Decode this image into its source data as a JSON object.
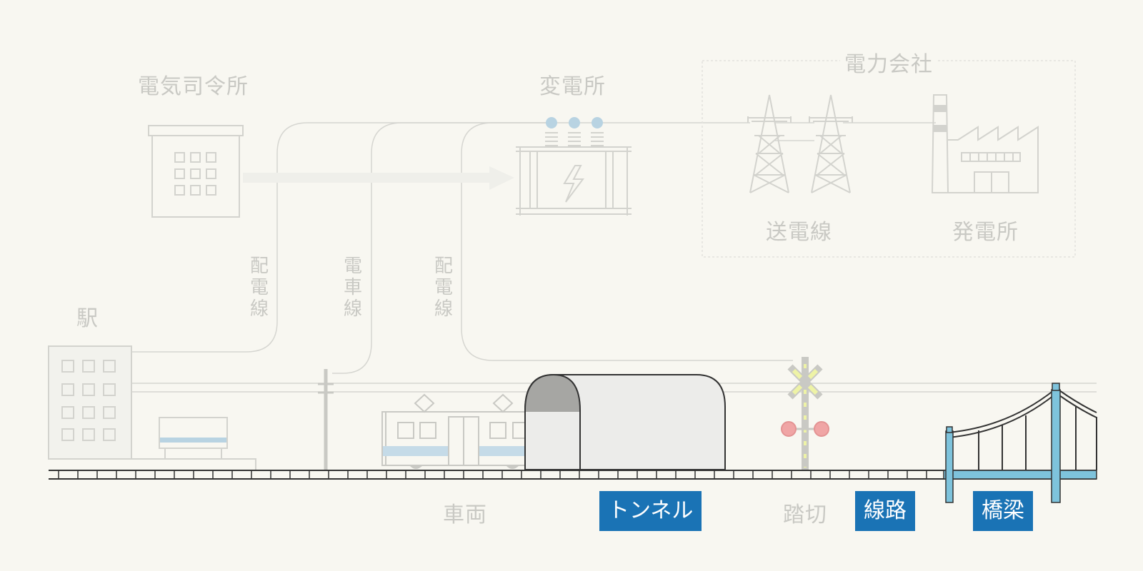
{
  "labels": {
    "control_center": "電気司令所",
    "substation": "変電所",
    "power_company": "電力会社",
    "transmission_line": "送電線",
    "power_plant": "発電所",
    "station": "駅",
    "distribution_line_1": "配電線",
    "trolley_line": "電車線",
    "distribution_line_2": "配電線",
    "vehicle": "車両",
    "crossing": "踏切"
  },
  "active_labels": {
    "tunnel": "トンネル",
    "track": "線路",
    "bridge": "橋梁"
  },
  "colors": {
    "background": "#f8f7f1",
    "faded": "#c9c9c4",
    "active_label_bg": "#1a73b5",
    "bridge_blue": "#7ec3dc",
    "insulator_blue": "#b8d3e2",
    "crossing_light": "#f0a5a5"
  }
}
